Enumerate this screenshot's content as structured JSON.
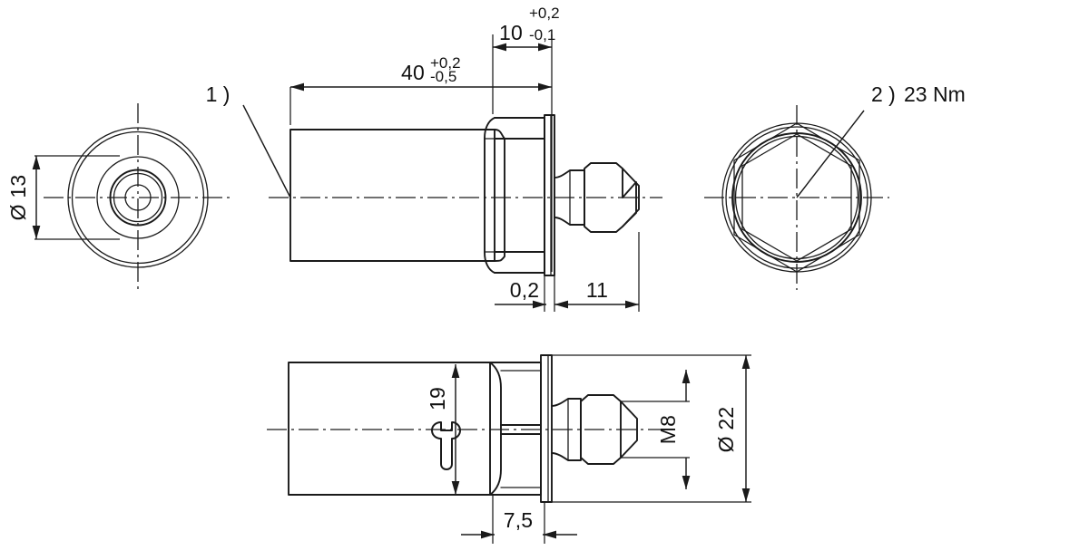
{
  "drawing": {
    "title": "Grease nipple assembly technical drawing",
    "units": "mm",
    "views": {
      "left_end_view": {
        "name": "left-end-view",
        "dimension_label": "Ø 13"
      },
      "top_section_view": {
        "name": "top-section-view",
        "callout": "1 )",
        "dimensions": {
          "length_main": "40",
          "length_main_tol_upper": "+0,2",
          "length_main_tol_lower": "-0,5",
          "length_collar": "10",
          "length_collar_tol_upper": "+0,2",
          "length_collar_tol_lower": "-0,1",
          "flange_thickness": "0,2",
          "nipple_length": "11"
        }
      },
      "right_end_view": {
        "name": "right-end-view",
        "callout": "2 )",
        "torque": "23 Nm"
      },
      "bottom_view": {
        "name": "bottom-elevation-view",
        "dimensions": {
          "wrench_size": "19",
          "thread": "M8",
          "outer_diameter": "Ø 22",
          "hex_length": "7,5"
        },
        "wrench_icon": "open-end-wrench-icon"
      }
    },
    "colors": {
      "line": "#1a1a1a",
      "background": "#ffffff",
      "text": "#111111"
    }
  }
}
